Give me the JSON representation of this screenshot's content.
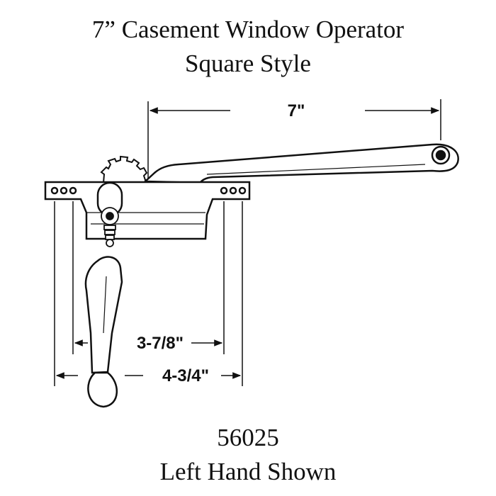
{
  "title": {
    "line1": "7” Casement Window Operator",
    "line2": "Square Style"
  },
  "dimensions": {
    "arm_length": "7\"",
    "hole_spacing_inner": "3-7/8\"",
    "hole_spacing_outer": "4-3/4\""
  },
  "caption": {
    "part_number": "56025",
    "note": "Left Hand Shown"
  },
  "colors": {
    "line": "#111111",
    "background": "#ffffff"
  }
}
